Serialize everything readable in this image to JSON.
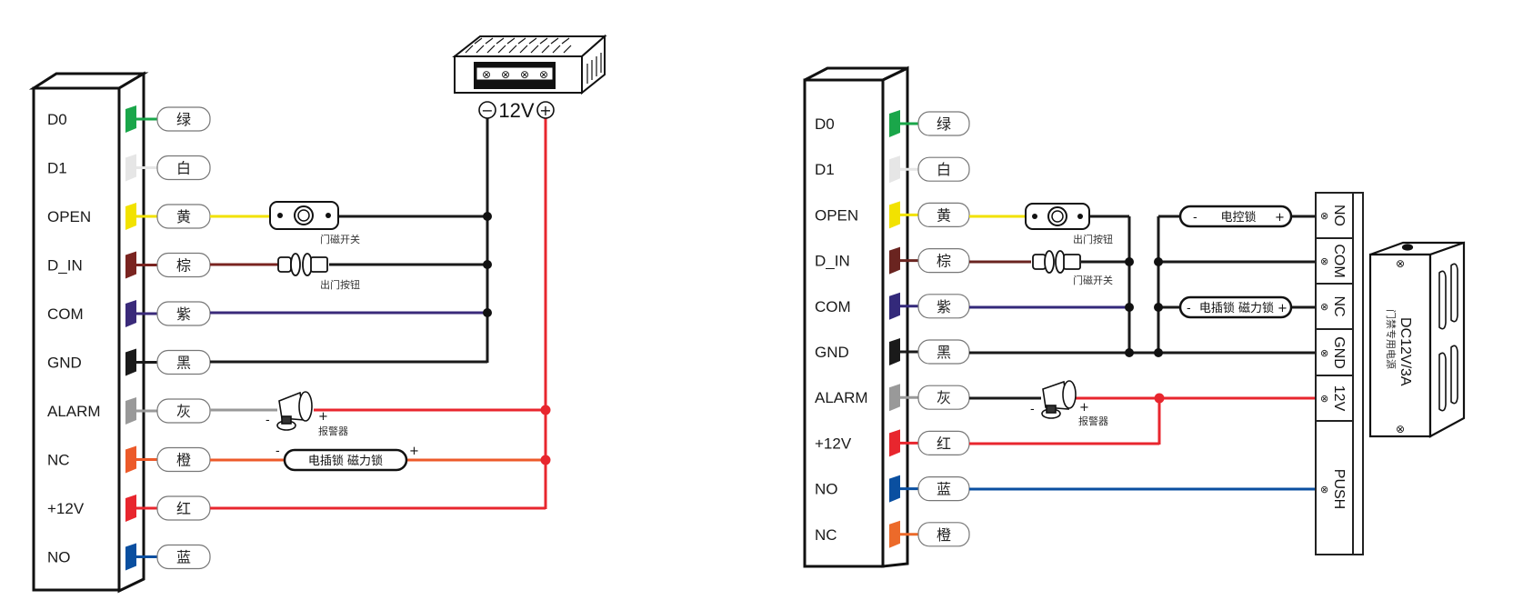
{
  "diagrams": [
    {
      "name": "standalone-power-wiring",
      "pins": [
        {
          "label": "D0",
          "wire": "绿",
          "color": "#1aa64a"
        },
        {
          "label": "D1",
          "wire": "白",
          "color": "#e6e6e6"
        },
        {
          "label": "OPEN",
          "wire": "黄",
          "color": "#f2e200"
        },
        {
          "label": "D_IN",
          "wire": "棕",
          "color": "#7a2420"
        },
        {
          "label": "COM",
          "wire": "紫",
          "color": "#3a2a7a"
        },
        {
          "label": "GND",
          "wire": "黑",
          "color": "#1a1a1a"
        },
        {
          "label": "ALARM",
          "wire": "灰",
          "color": "#999999"
        },
        {
          "label": "NC",
          "wire": "橙",
          "color": "#ec5a2a"
        },
        {
          "label": "+12V",
          "wire": "红",
          "color": "#e8262e"
        },
        {
          "label": "NO",
          "wire": "蓝",
          "color": "#0a4fa0"
        }
      ],
      "power_supply": {
        "minus": "−",
        "voltage": "12V",
        "plus": "+"
      },
      "devices": {
        "door_switch_caption": "门磁开关",
        "exit_button_caption": "出门按钮",
        "alarm_caption": "报警器",
        "alarm_minus": "-",
        "alarm_plus": "+",
        "lock_label": "电插锁 磁力锁",
        "lock_minus": "-",
        "lock_plus": "+"
      }
    },
    {
      "name": "access-control-power-wiring",
      "pins": [
        {
          "label": "D0",
          "wire": "绿",
          "color": "#1aa64a"
        },
        {
          "label": "D1",
          "wire": "白",
          "color": "#e6e6e6"
        },
        {
          "label": "OPEN",
          "wire": "黄",
          "color": "#f2e200"
        },
        {
          "label": "D_IN",
          "wire": "棕",
          "color": "#6a2420"
        },
        {
          "label": "COM",
          "wire": "紫",
          "color": "#33297a"
        },
        {
          "label": "GND",
          "wire": "黑",
          "color": "#1a1a1a"
        },
        {
          "label": "ALARM",
          "wire": "灰",
          "color": "#999999"
        },
        {
          "label": "+12V",
          "wire": "红",
          "color": "#e8262e"
        },
        {
          "label": "NO",
          "wire": "蓝",
          "color": "#0a4fa0"
        },
        {
          "label": "NC",
          "wire": "橙",
          "color": "#ec6a2a"
        }
      ],
      "devices": {
        "exit_button_caption": "出门按钮",
        "door_switch_caption": "门磁开关",
        "alarm_caption": "报警器",
        "alarm_minus": "-",
        "alarm_plus": "+",
        "elock_label": "电控锁",
        "elock_minus": "-",
        "elock_plus": "+",
        "lock_label": "电插锁 磁力锁",
        "lock_minus": "-",
        "lock_plus": "+"
      },
      "terminal_block": [
        "NO",
        "COM",
        "NC",
        "GND",
        "12V",
        "PUSH"
      ],
      "power_supply": {
        "model": "DC12V/3A",
        "caption": "门禁专用电源"
      }
    }
  ],
  "colors": {
    "red_wire": "#e8262e",
    "black_wire": "#1a1a1a",
    "orange_wire": "#ec5a2a",
    "blue_wire": "#0a4fa0",
    "gray_wire": "#999999"
  }
}
